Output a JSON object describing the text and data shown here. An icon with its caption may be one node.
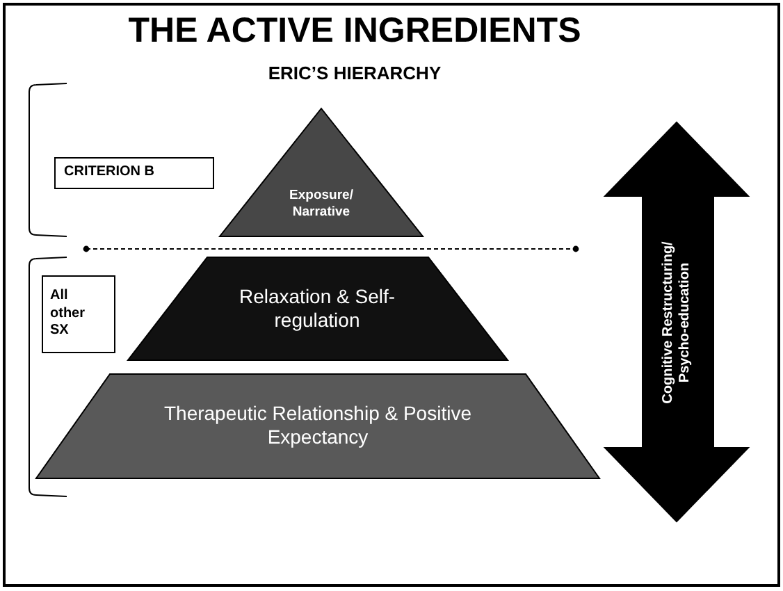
{
  "diagram": {
    "title": "THE ACTIVE INGREDIENTS",
    "nodes": [
      {
        "text": [
          "CRITERION B"
        ]
      },
      {
        "text": [
          "Exposure/ Narrative"
        ]
      },
      {
        "text": [
          "All other SX"
        ]
      },
      {
        "text": [
          "Relaxation & Self-regulation"
        ]
      },
      {
        "text": [
          "Therapeutic Relationship & Positive Expectancy"
        ]
      },
      {
        "text": [
          "Cognitive Restructuring/ Psycho-education"
        ]
      }
    ],
    "labels": [
      "ERIC’S HIERARCHY"
    ]
  }
}
